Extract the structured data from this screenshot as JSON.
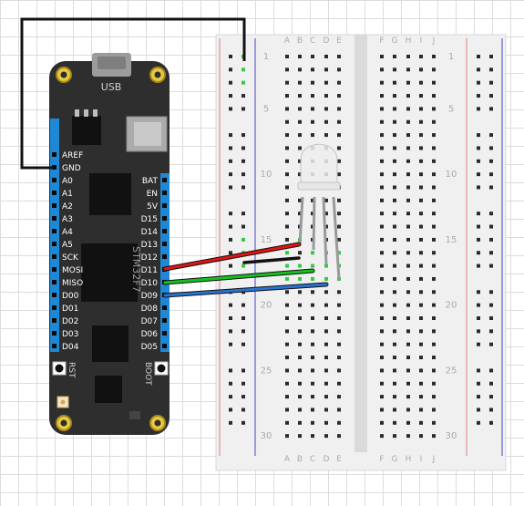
{
  "board": {
    "usb_label": "USB",
    "chip_label": "STM32F7",
    "left_pins": [
      "AREF",
      "GND",
      "A0",
      "A1",
      "A2",
      "A3",
      "A4",
      "A5",
      "SCK",
      "MOSI",
      "MISO",
      "D00",
      "D01",
      "D02",
      "D03",
      "D04"
    ],
    "right_pins": [
      "BAT",
      "EN",
      "5V",
      "D15",
      "D14",
      "D13",
      "D12",
      "D11",
      "D10",
      "D09",
      "D08",
      "D07",
      "D06",
      "D05"
    ],
    "rst_label": "RST",
    "boot_label": "BOOT"
  },
  "breadboard": {
    "column_letters_left": [
      "A",
      "B",
      "C",
      "D",
      "E"
    ],
    "column_letters_right": [
      "F",
      "G",
      "H",
      "I",
      "J"
    ],
    "row_numbers": [
      "1",
      "5",
      "10",
      "15",
      "20",
      "25",
      "30"
    ]
  },
  "wires": [
    {
      "from": "GND",
      "to": "rail-row-1",
      "color": "#111111"
    },
    {
      "from": "D11",
      "to": "row-15",
      "color": "#cc1111"
    },
    {
      "from": "D10",
      "to": "row-17",
      "color": "#11bb22"
    },
    {
      "from": "D09",
      "to": "row-18",
      "color": "#2266cc"
    },
    {
      "from": "rail",
      "to": "row-16",
      "color": "#111111"
    }
  ],
  "led": {
    "type": "RGB common-cathode LED"
  }
}
